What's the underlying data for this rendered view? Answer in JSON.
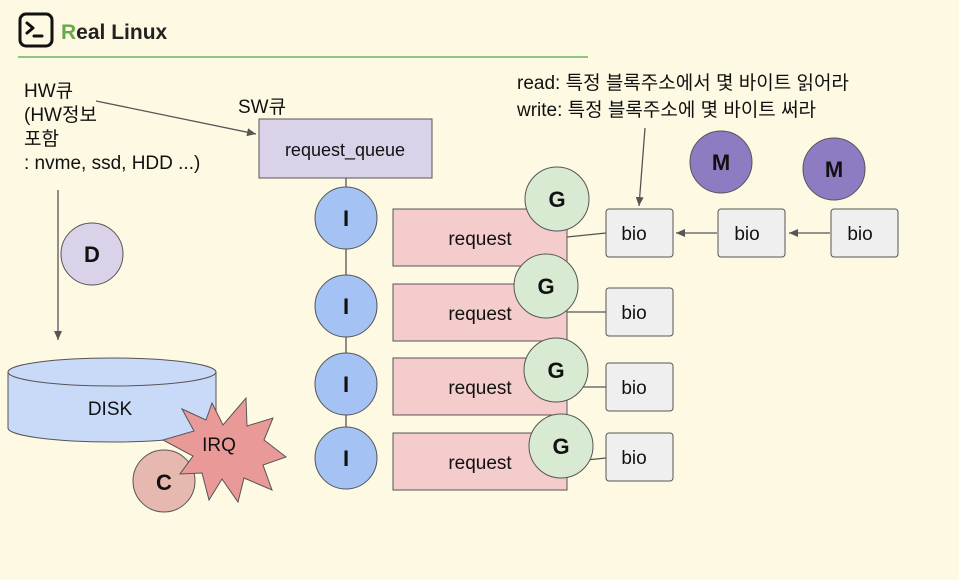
{
  "header": {
    "title_accent": "R",
    "title_rest": "eal Linux",
    "icon": "terminal-icon"
  },
  "hw_queue": {
    "label": "HW큐\n(HW정보\n포함\n: nvme, ssd, HDD ...)"
  },
  "sw_queue": {
    "label": "SW큐",
    "box_label": "request_queue"
  },
  "annotation": {
    "read_line": "read: 특정 블록주소에서 몇 바이트 읽어라",
    "write_line": "write: 특정 블록주소에 몇 바이트 써라"
  },
  "disk": {
    "label": "DISK"
  },
  "irq": {
    "label": "IRQ"
  },
  "badges": {
    "d": "D",
    "c": "C",
    "i": "I",
    "g": "G",
    "m": "M"
  },
  "requests": [
    {
      "label": "request"
    },
    {
      "label": "request"
    },
    {
      "label": "request"
    },
    {
      "label": "request"
    }
  ],
  "bios": [
    {
      "label": "bio"
    },
    {
      "label": "bio"
    },
    {
      "label": "bio"
    },
    {
      "label": "bio"
    },
    {
      "label": "bio"
    },
    {
      "label": "bio"
    }
  ],
  "colors": {
    "background": "#fef9e3",
    "accent_green": "#6aa84f",
    "queue_box": "#d9d2e9",
    "request_box": "#f4cccc",
    "bio_box": "#efefef",
    "i_badge": "#a4c2f4",
    "g_badge": "#d9ead3",
    "m_badge": "#8e7cc3",
    "d_badge": "#d9d2e9",
    "c_badge": "#e6b8af",
    "irq_burst": "#ea9999",
    "disk": "#c9daf8"
  }
}
